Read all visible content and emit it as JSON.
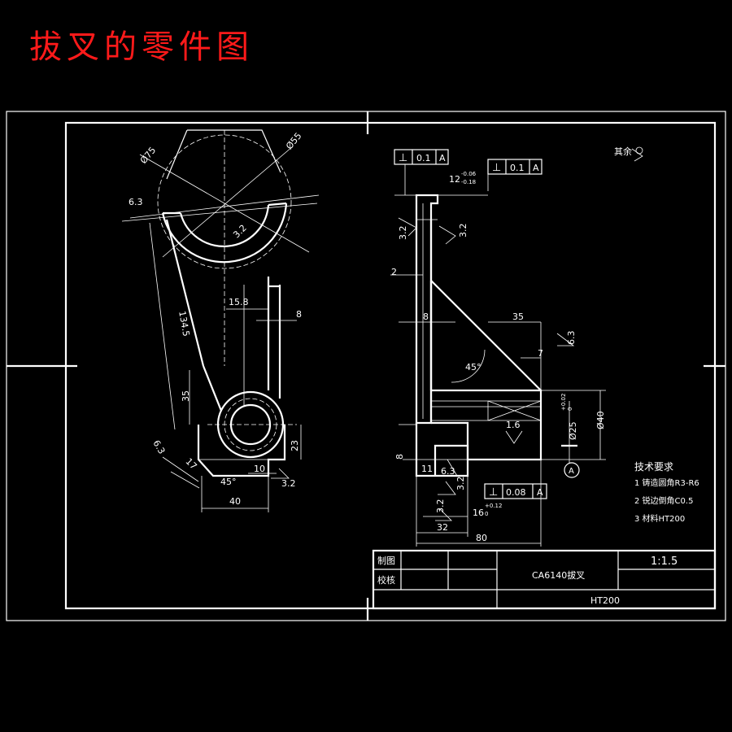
{
  "title": "拔叉的零件图",
  "dims": {
    "d75": "Ø75",
    "d55": "Ø55",
    "r63_top": "6.3",
    "r32_center": "3.2",
    "d15_8": "15.8",
    "d8_left": "8",
    "d134": "134.5",
    "d35_left": "35",
    "r63_low": "6.3",
    "d17": "17",
    "d45deg_left": "45°",
    "d10": "10",
    "d40": "40",
    "d23": "23",
    "r32_left_bottom": "3.2",
    "tol1_sym": "⊥",
    "tol1_val": "0.1",
    "tol1_ref": "A",
    "tol2_sym": "⊥",
    "tol2_val": "0.1",
    "tol2_ref": "A",
    "d12": "12",
    "d12_tol_up": "-0.06",
    "d12_tol_dn": "-0.18",
    "r32_l1": "3.2",
    "r32_r1": "3.2",
    "d2": "2",
    "d8_mid": "8",
    "d35_right": "35",
    "r63_right": "6.3",
    "d7": "7",
    "d45deg_right": "45°",
    "d16_inner": "1.6",
    "d25": "Ø25",
    "d25_tol_up": "+0.02",
    "d25_tol_dn": "0",
    "d40_right": "Ø40",
    "d8_bottom": "8",
    "d11": "11",
    "r63_bottom": "6.3",
    "r32_bottom_r": "3.2",
    "tol3_sym": "⊥",
    "tol3_val": "0.08",
    "tol3_ref": "A",
    "r32_bottom_l": "3.2",
    "d16": "16",
    "d16_tol_up": "+0.12",
    "d16_tol_dn": "0",
    "d32": "32",
    "d80": "80",
    "datum": "A",
    "surface_rest": "其余"
  },
  "tech": {
    "heading": "技术要求",
    "items": [
      "1 铸造圆角R3-R6",
      "2 锐边倒角C0.5",
      "3 材料HT200"
    ]
  },
  "titleblock": {
    "drawn": "制图",
    "checked": "校核",
    "part_name": "CA6140拔叉",
    "scale": "1:1.5",
    "material": "HT200"
  }
}
